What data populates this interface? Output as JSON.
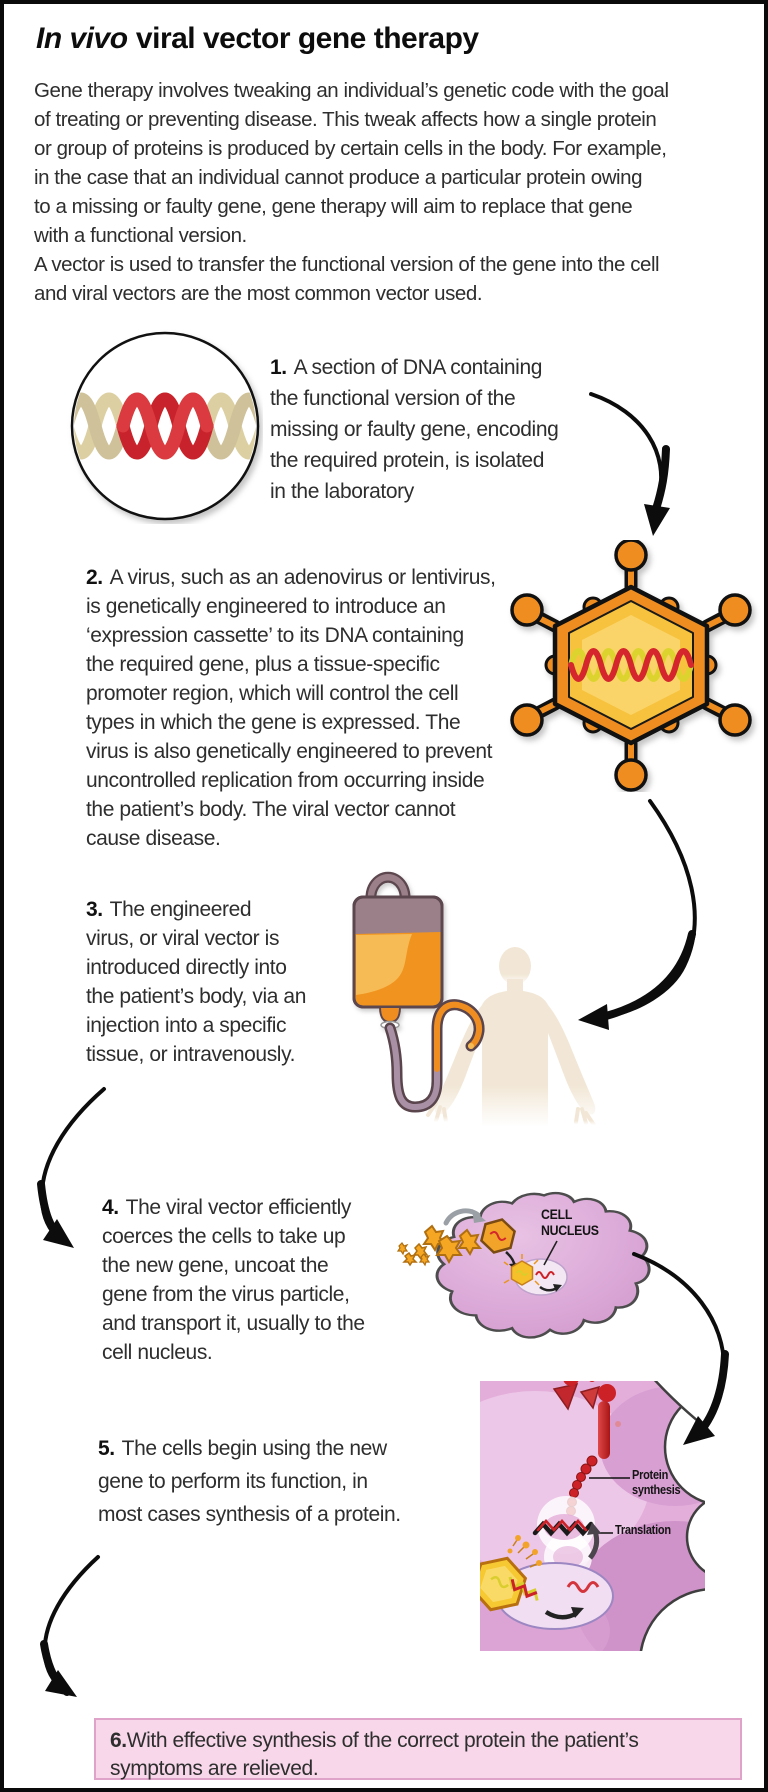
{
  "title": {
    "italic": "In vivo",
    "rest": "viral vector gene therapy"
  },
  "intro": {
    "paragraph1": [
      "Gene therapy involves tweaking an individual’s genetic code with the goal",
      "of treating or preventing disease. This tweak affects how a single protein",
      "or group of proteins is produced by certain cells in the body. For example,",
      "in the case that an individual cannot produce a particular protein owing",
      "to a missing or faulty gene, gene therapy will aim to replace that gene",
      "with a functional version."
    ],
    "paragraph2": [
      "A vector is used to transfer the functional version of the gene into the cell",
      "and viral vectors are the most common vector used."
    ]
  },
  "steps": {
    "step1": {
      "number": "1.",
      "lines": [
        "A section of DNA containing",
        "the functional version of the",
        "missing or faulty gene, encoding",
        "the required protein, is isolated",
        "in the laboratory"
      ]
    },
    "step2": {
      "number": "2.",
      "lines": [
        "A virus, such as an adenovirus or lentivirus,",
        "is genetically engineered to introduce an",
        "‘expression cassette’ to its DNA containing",
        "the required gene, plus a tissue-specific",
        "promoter region, which will control the cell",
        "types in which the gene is expressed. The",
        "virus is also genetically engineered to prevent",
        "uncontrolled replication from occurring inside",
        "the patient’s body. The viral vector cannot",
        "cause disease."
      ]
    },
    "step3": {
      "number": "3.",
      "lines": [
        "The engineered",
        "virus, or viral vector is",
        "introduced directly into",
        "the patient’s body, via an",
        "injection into a specific",
        "tissue, or intravenously."
      ]
    },
    "step4": {
      "number": "4.",
      "lines": [
        "The viral vector efficiently",
        "coerces the cells to take up",
        "the new gene, uncoat the",
        "gene from the virus particle,",
        "and transport it, usually to the",
        "cell nucleus."
      ]
    },
    "step5": {
      "number": "5.",
      "lines": [
        "The cells begin using the new",
        "gene to perform its function, in",
        "most cases synthesis of a protein."
      ]
    },
    "step6": {
      "number": "6.",
      "lines": [
        "With effective synthesis of the correct protein the patient’s",
        "symptoms are relieved."
      ]
    }
  },
  "illustration_labels": {
    "cell_nucleus": [
      "CELL",
      "NUCLEUS"
    ],
    "protein_synthesis": [
      "Protein",
      "synthesis"
    ],
    "translation": "Translation"
  },
  "colors": {
    "arrow_black": "#0c0c0c",
    "dna_red": "#c8232c",
    "dna_tan": "#dcd0a2",
    "virus_orange": "#ef8d21",
    "virus_inner_yellow": "#f7c23e",
    "virus_core_yellow": "#fad468",
    "bag_top_mauve": "#9b8089",
    "fluid_orange": "#f0941f",
    "fluid_light": "#f7bb55",
    "body_beige": "#f2e7d6",
    "cell_pink": "#dcaad8",
    "panel_pink": "#e3aeda",
    "step6_box_bg": "#f7d7e9",
    "step6_box_border": "#dfa3c9"
  }
}
